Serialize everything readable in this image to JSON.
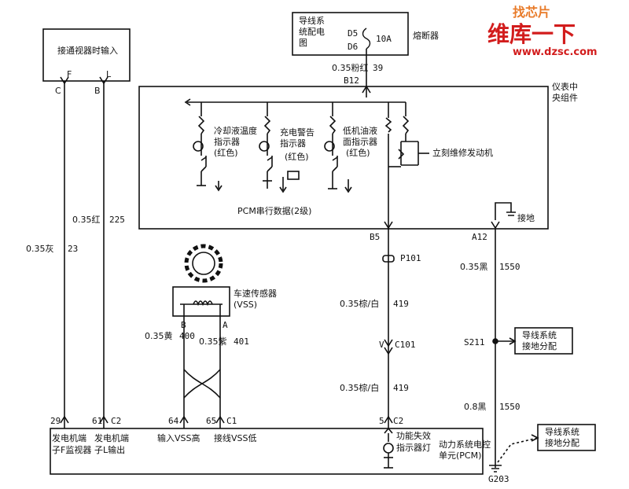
{
  "watermark": {
    "cn": "维库一下",
    "url": "www.dzsc.com",
    "badge": "找芯片"
  },
  "top_left_box": {
    "label": "接通视器时输入",
    "pin_f": "F",
    "pin_l": "L"
  },
  "fuse_box": {
    "line1": "导线系",
    "line2": "统配电",
    "line3": "图",
    "d5": "D5",
    "d6": "D6",
    "rating": "10A",
    "title": "熔断器"
  },
  "fuse_wire": {
    "label": "0.35粉红",
    "num": "39",
    "conn": "B12"
  },
  "cluster": {
    "title1": "仪表中",
    "title2": "央组件",
    "ind1": {
      "l1": "冷却液温度",
      "l2": "指示器",
      "l3": "(红色)"
    },
    "ind2": {
      "l1": "充电警告",
      "l2": "指示器",
      "l3": "(红色)"
    },
    "ind3": {
      "l1": "低机油液",
      "l2": "面指示器",
      "l3": "(红色)"
    },
    "svc": "立刻维修发动机",
    "pcm_serial": "PCM串行数据(2级)",
    "gnd": "接地"
  },
  "left_wires": {
    "c": "C",
    "b": "B",
    "w1_label": "0.35灰",
    "w1_num": "23",
    "w2_label": "0.35红",
    "w2_num": "225",
    "p29": "29",
    "p61": "61",
    "c2": "C2"
  },
  "vss": {
    "title": "车速传感器",
    "sub": "(VSS)",
    "b": "B",
    "a": "A",
    "w1_label": "0.35黄",
    "w1_num": "400",
    "w2_label": "0.35紫",
    "w2_num": "401",
    "p64": "64",
    "p65": "65",
    "c1": "C1"
  },
  "mid_wires": {
    "b5": "B5",
    "p101": "P101",
    "w1_label": "0.35棕/白",
    "w1_num": "419",
    "v": "V",
    "c101": "C101",
    "w2_label": "0.35棕/白",
    "w2_num": "419",
    "p5": "5",
    "c2": "C2"
  },
  "right_wires": {
    "a12": "A12",
    "w1_label": "0.35黑",
    "w1_num": "1550",
    "s211": "S211",
    "w2_label": "0.8黑",
    "w2_num": "1550",
    "g203": "G203"
  },
  "ground_box1": {
    "l1": "导线系统",
    "l2": "接地分配"
  },
  "ground_box2": {
    "l1": "导线系统",
    "l2": "接地分配"
  },
  "pcm": {
    "a1": "发电机端",
    "a2": "子F监视器",
    "b1": "发电机端",
    "b2": "子L输出",
    "vss_hi": "输入VSS高",
    "vss_lo": "接线VSS低",
    "lamp1": "功能失效",
    "lamp2": "指示器灯",
    "unit1": "动力系统电控",
    "unit2": "单元(PCM)"
  }
}
